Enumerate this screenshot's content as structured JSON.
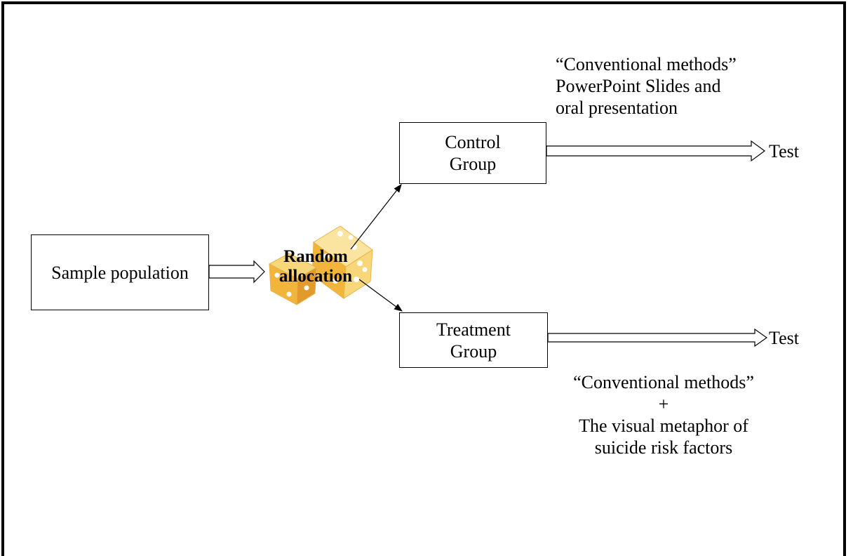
{
  "nodes": {
    "sample": "Sample population",
    "random_line1": "Random",
    "random_line2": "allocation",
    "control_line1": "Control",
    "control_line2": "Group",
    "treatment_line1": "Treatment",
    "treatment_line2": "Group"
  },
  "outcomes": {
    "control_test": "Test",
    "treatment_test": "Test"
  },
  "notes": {
    "control_line1": "“Conventional methods”",
    "control_line2": "PowerPoint Slides and",
    "control_line3": "oral presentation",
    "treatment_line1": "“Conventional methods”",
    "treatment_line2": "+",
    "treatment_line3": "The visual metaphor of",
    "treatment_line4": "suicide risk factors"
  },
  "colors": {
    "dice_light": "#f8d77a",
    "dice_mid": "#f2b53c",
    "dice_dark": "#e39a2c"
  }
}
